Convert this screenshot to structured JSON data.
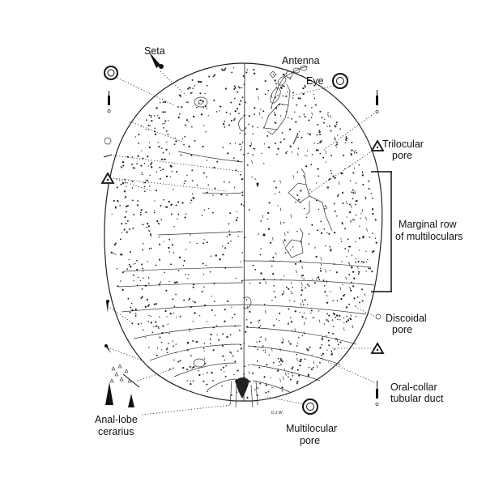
{
  "labels": {
    "seta": "Seta",
    "antenna": "Antenna",
    "eye": "Eye",
    "trilocular_1": "Trilocular",
    "trilocular_2": "pore",
    "marginal_1": "Marginal row",
    "marginal_2": "of multiloculars",
    "discoidal_1": "Discoidal",
    "discoidal_2": "pore",
    "oralcollar_1": "Oral-collar",
    "oralcollar_2": "tubular duct",
    "multilocular_1": "Multilocular",
    "multilocular_2": "pore",
    "anallobe_1": "Anal-lobe",
    "anallobe_2": "cerarius",
    "signature": "D.J.W."
  }
}
